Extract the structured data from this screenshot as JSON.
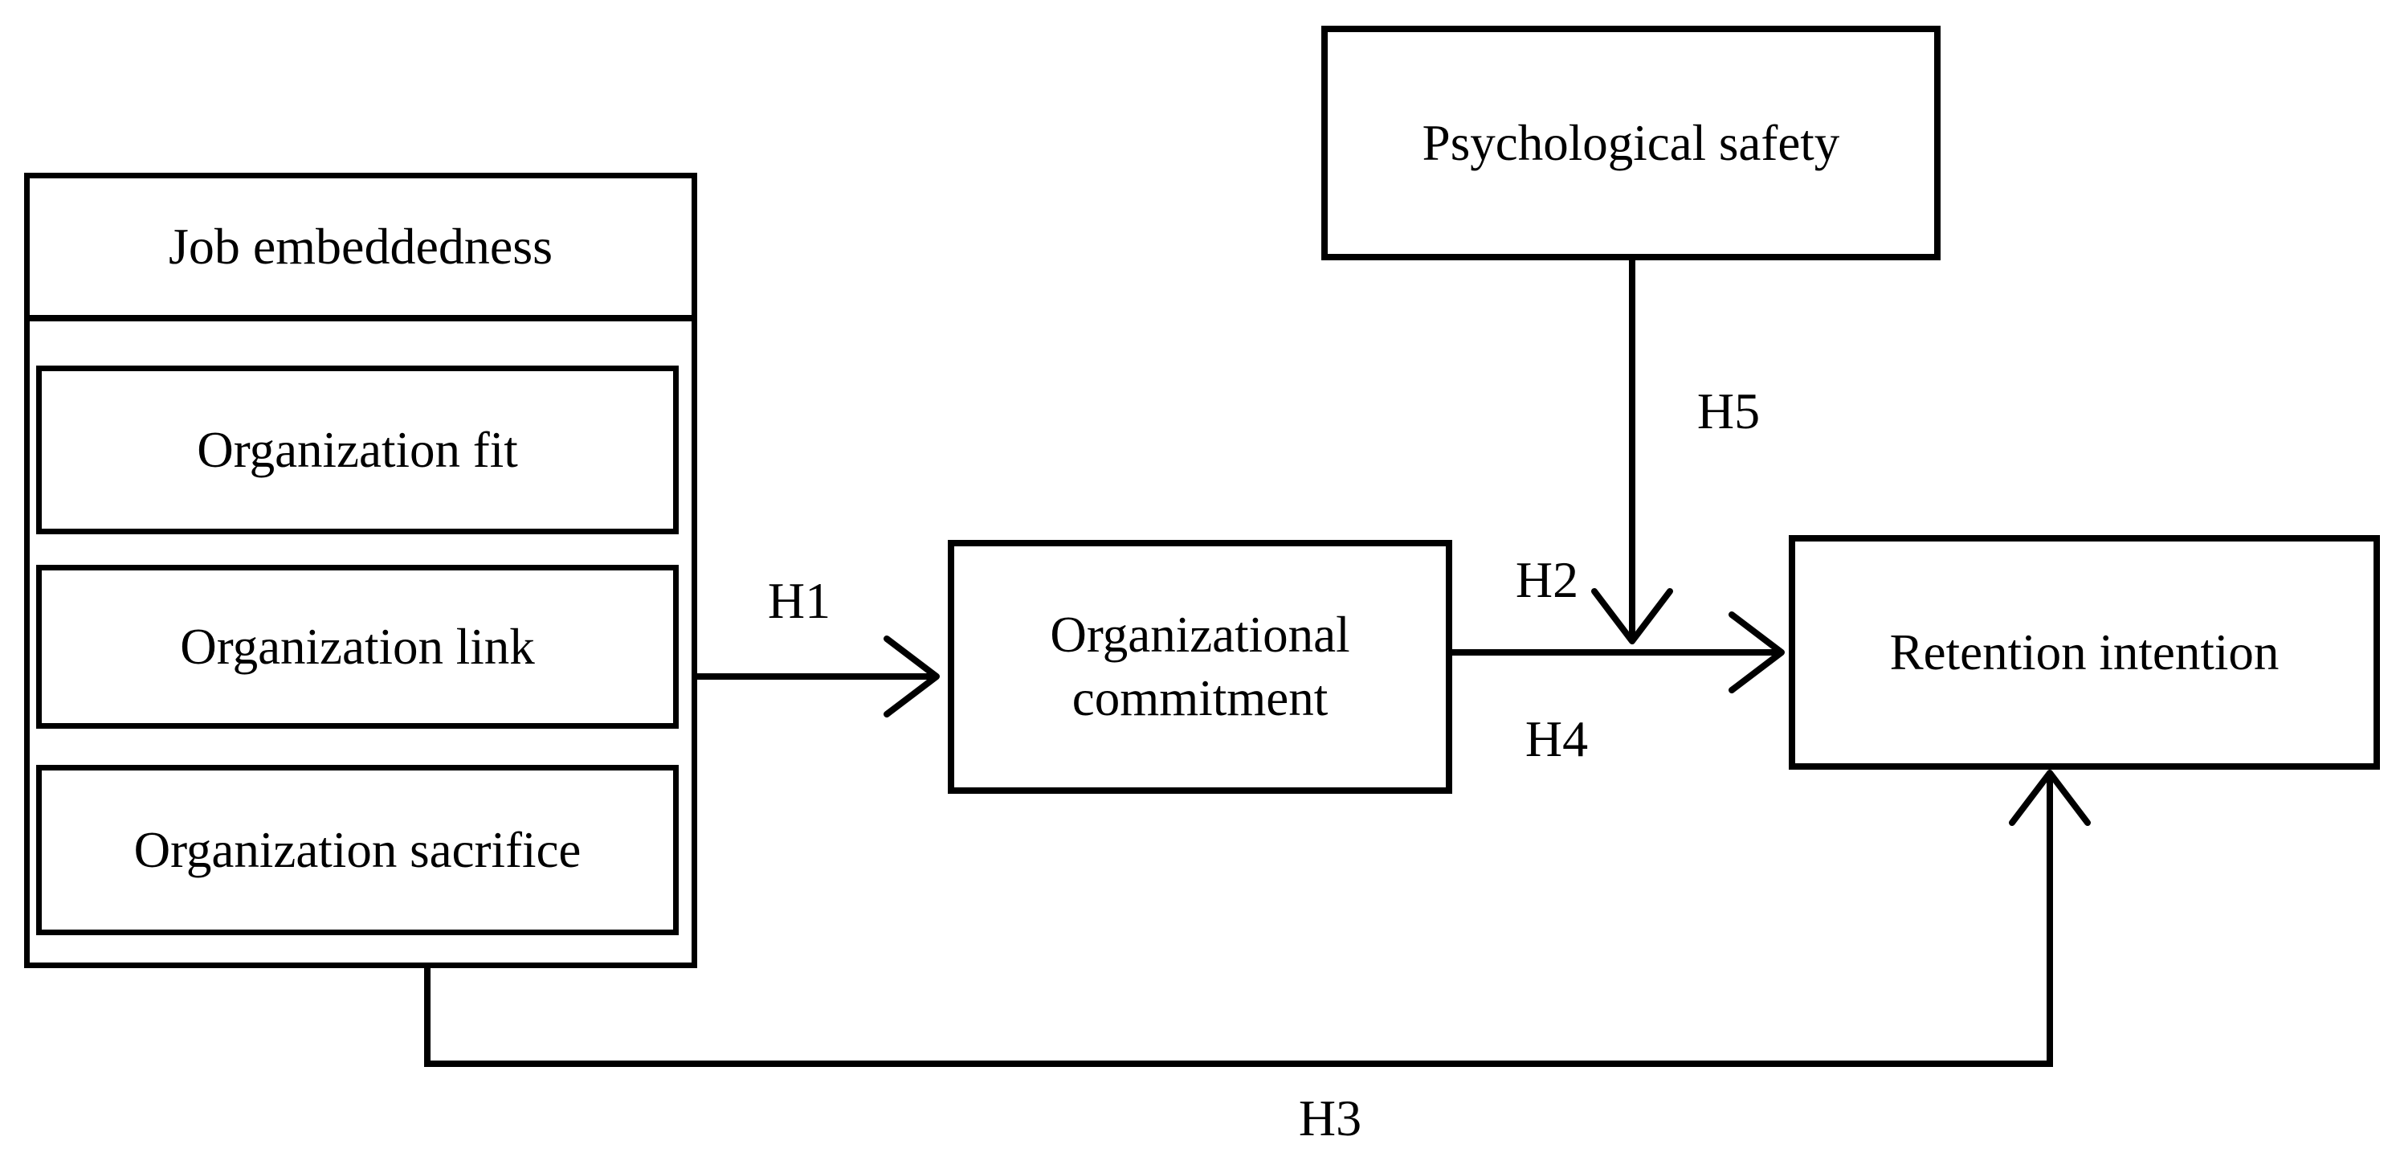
{
  "figure": {
    "background_color": "#ffffff",
    "line_color": "#000000",
    "boxes": {
      "job_embeddedness": "Job embeddedness",
      "organization_fit": "Organization fit",
      "organization_link": "Organization link",
      "organization_sacrifice": "Organization sacrifice",
      "psychological_safety": "Psychological safety",
      "organizational_commitment": "Organizational commitment",
      "retention_intention": "Retention intention"
    },
    "hypothesis_labels": {
      "h1": "H1",
      "h2": "H2",
      "h3": "H3",
      "h4": "H4",
      "h5": "H5"
    }
  }
}
